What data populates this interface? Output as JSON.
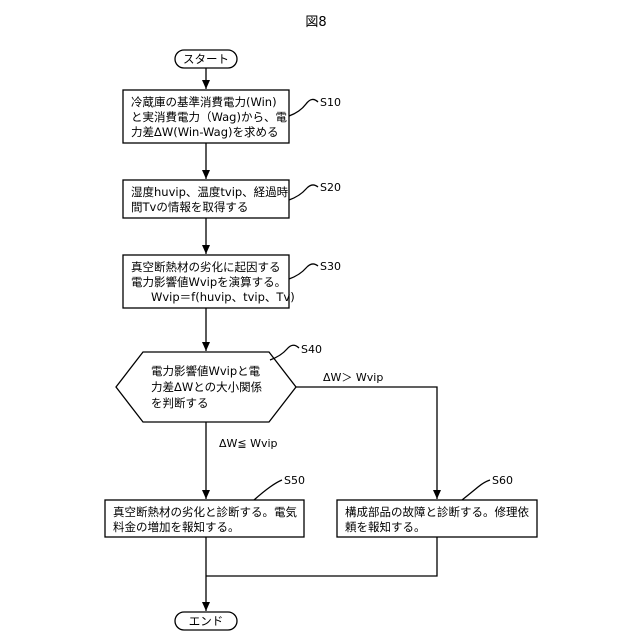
{
  "figure": {
    "title": "図8"
  },
  "start": {
    "label": "スタート"
  },
  "end": {
    "label": "エンド"
  },
  "steps": {
    "s10": {
      "id": "S10",
      "lines": [
        "冷蔵庫の基準消費電力(Win)",
        "と実消費電力（Wag)から、電",
        "力差ΔW(Win-Wag)を求める"
      ]
    },
    "s20": {
      "id": "S20",
      "lines": [
        "湿度huvip、温度tvip、経過時",
        "間Tvの情報を取得する"
      ]
    },
    "s30": {
      "id": "S30",
      "lines": [
        "真空断熱材の劣化に起因する",
        "電力影響値Wvipを演算する。",
        "Wvip＝f(huvip、tvip、Tv)"
      ]
    },
    "s40": {
      "id": "S40",
      "lines": [
        "電力影響値Wvipと電",
        "力差ΔWとの大小関係",
        "を判断する"
      ]
    },
    "s50": {
      "id": "S50",
      "lines": [
        "真空断熱材の劣化と診断する。電気",
        "料金の増加を報知する。"
      ]
    },
    "s60": {
      "id": "S60",
      "lines": [
        "構成部品の故障と診断する。修理依",
        "頼を報知する。"
      ]
    }
  },
  "branches": {
    "right": "ΔW＞ Wvip",
    "down": "ΔW≦ Wvip"
  }
}
